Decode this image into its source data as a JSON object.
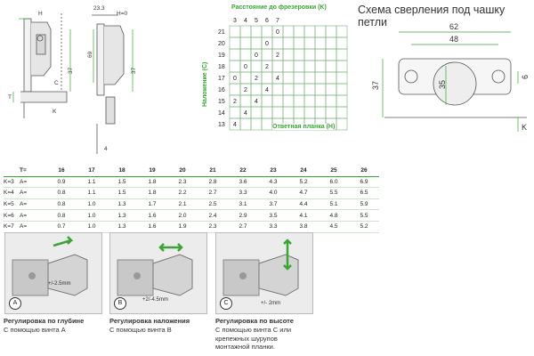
{
  "top_drawing": {
    "labels": {
      "h": "H",
      "dim_233": "23.3",
      "h0": "H=0",
      "c": "C",
      "t": "T",
      "k": "K",
      "dim_37": "37",
      "dim_69": "69",
      "dim_37b": "37",
      "dim_4": "4"
    }
  },
  "overlay_table": {
    "caption_top": "Расстояние до фрезеровки (K)",
    "caption_side": "Наложение (С)",
    "caption_bottom": "Ответная планка (H)",
    "col_headers": [
      "3",
      "4",
      "5",
      "6",
      "7"
    ],
    "rows": [
      {
        "c": "21",
        "cells": [
          "",
          "",
          "",
          "",
          "0"
        ]
      },
      {
        "c": "20",
        "cells": [
          "",
          "",
          "",
          "0",
          ""
        ]
      },
      {
        "c": "19",
        "cells": [
          "",
          "",
          "0",
          "",
          "2"
        ]
      },
      {
        "c": "18",
        "cells": [
          "",
          "0",
          "",
          "2",
          ""
        ]
      },
      {
        "c": "17",
        "cells": [
          "0",
          "",
          "2",
          "",
          "4"
        ]
      },
      {
        "c": "16",
        "cells": [
          "",
          "2",
          "",
          "4",
          ""
        ]
      },
      {
        "c": "15",
        "cells": [
          "2",
          "",
          "4",
          "",
          ""
        ]
      },
      {
        "c": "14",
        "cells": [
          "",
          "4",
          "",
          "",
          ""
        ]
      },
      {
        "c": "13",
        "cells": [
          "4",
          "",
          "",
          "",
          ""
        ]
      }
    ]
  },
  "drill_scheme": {
    "title": "Схема сверления под чашку петли",
    "dim_62": "62",
    "dim_48": "48",
    "dim_37": "37",
    "dim_35": "35",
    "dim_6": "6",
    "dim_k": "K"
  },
  "spec_table": {
    "header_k": "",
    "header_t": "T=",
    "thickness": [
      "16",
      "17",
      "18",
      "19",
      "20",
      "21",
      "22",
      "23",
      "24",
      "25",
      "26"
    ],
    "rows": [
      {
        "k": "K=3",
        "a": "A=",
        "values": [
          "0.9",
          "1.1",
          "1.5",
          "1.8",
          "2.3",
          "2.8",
          "3.6",
          "4.3",
          "5.2",
          "6.0",
          "6.9"
        ]
      },
      {
        "k": "K=4",
        "a": "A=",
        "values": [
          "0.8",
          "1.1",
          "1.5",
          "1.8",
          "2.2",
          "2.7",
          "3.3",
          "4.0",
          "4.7",
          "5.5",
          "6.5"
        ]
      },
      {
        "k": "K=5",
        "a": "A=",
        "values": [
          "0.8",
          "1.0",
          "1.3",
          "1.7",
          "2.1",
          "2.5",
          "3.1",
          "3.7",
          "4.4",
          "5.1",
          "5.9"
        ]
      },
      {
        "k": "K=6",
        "a": "A=",
        "values": [
          "0.8",
          "1.0",
          "1.3",
          "1.6",
          "2.0",
          "2.4",
          "2.9",
          "3.5",
          "4.1",
          "4.8",
          "5.5"
        ]
      },
      {
        "k": "K=7",
        "a": "A=",
        "values": [
          "0.7",
          "1.0",
          "1.3",
          "1.6",
          "1.9",
          "2.3",
          "2.7",
          "3.3",
          "3.8",
          "4.5",
          "5.2"
        ]
      }
    ]
  },
  "adjustments": [
    {
      "badge": "A",
      "range": "+/-2.5mm",
      "title": "Регулировка по глубине",
      "lines": [
        "С помощью винта А"
      ]
    },
    {
      "badge": "B",
      "range": "+2/-4.5mm",
      "title": "Регулировка наложения",
      "lines": [
        "С помощью винта В"
      ]
    },
    {
      "badge": "C",
      "range": "+/- 2mm",
      "title": "Регулировка по высоте",
      "lines": [
        "С помощью винта С или",
        "крепежных шурупов",
        "монтажной планки."
      ]
    }
  ],
  "colors": {
    "accent": "#3aa535",
    "line": "#555555"
  },
  "icons": [
    "hinge-drawing-icon",
    "arrow-double-icon",
    "screw-badge-icon"
  ]
}
